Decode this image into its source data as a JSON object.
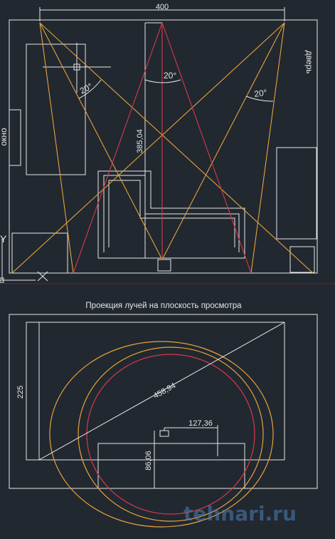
{
  "colors": {
    "background": "#212830",
    "walls": "#e8e8e8",
    "orange_rays": "#e8a23a",
    "red_rays": "#d8394a",
    "watermark": "#4f7fb6"
  },
  "plan": {
    "dim_width": "400",
    "dim_height": "385,04",
    "angle_left": "20°",
    "angle_center": "20°",
    "angle_right": "20°",
    "label_window": "окно",
    "label_door": "дверь",
    "axis_y": "Y",
    "axis_x": "X"
  },
  "projection": {
    "title": "Проекция лучей на плоскость просмотра",
    "dim_height": "225",
    "dim_diagonal": "458,94",
    "dim_offset_x": "127,36",
    "dim_offset_y": "86,06"
  },
  "watermark": "tehnari.ru"
}
